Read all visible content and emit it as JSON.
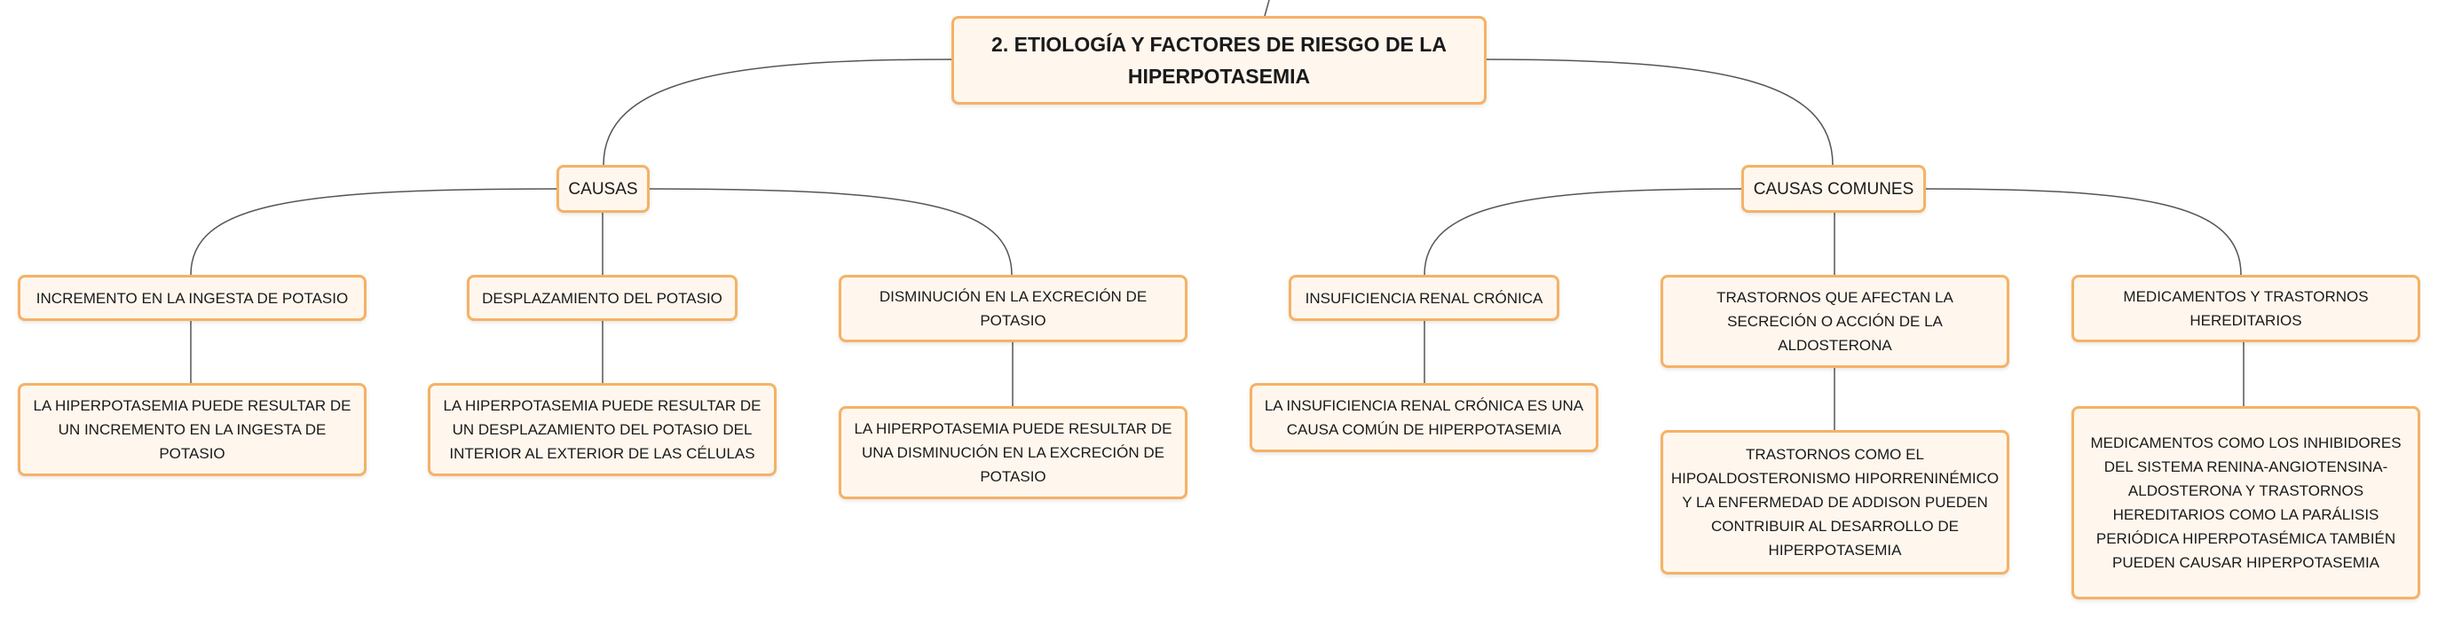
{
  "root": {
    "title": "2. ETIOLOGÍA Y FACTORES DE RIESGO DE LA HIPERPOTASEMIA"
  },
  "branches": [
    {
      "label": "CAUSAS",
      "children": [
        {
          "label": "INCREMENTO EN LA INGESTA DE POTASIO",
          "detail": "LA HIPERPOTASEMIA PUEDE RESULTAR DE UN INCREMENTO EN LA INGESTA DE POTASIO"
        },
        {
          "label": "DESPLAZAMIENTO DEL POTASIO",
          "detail": "LA HIPERPOTASEMIA PUEDE RESULTAR DE UN DESPLAZAMIENTO DEL POTASIO DEL INTERIOR AL EXTERIOR DE LAS CÉLULAS"
        },
        {
          "label": "DISMINUCIÓN EN LA EXCRECIÓN DE POTASIO",
          "detail": "LA HIPERPOTASEMIA PUEDE RESULTAR DE UNA DISMINUCIÓN EN LA EXCRECIÓN DE POTASIO"
        }
      ]
    },
    {
      "label": "CAUSAS COMUNES",
      "children": [
        {
          "label": "INSUFICIENCIA RENAL CRÓNICA",
          "detail": "LA INSUFICIENCIA RENAL CRÓNICA ES UNA CAUSA COMÚN DE HIPERPOTASEMIA"
        },
        {
          "label": "TRASTORNOS QUE AFECTAN LA SECRECIÓN O ACCIÓN DE LA ALDOSTERONA",
          "detail": "TRASTORNOS COMO EL HIPOALDOSTERONISMO HIPORRENINÉMICO Y LA ENFERMEDAD DE ADDISON PUEDEN CONTRIBUIR AL DESARROLLO DE HIPERPOTASEMIA"
        },
        {
          "label": "MEDICAMENTOS Y TRASTORNOS HEREDITARIOS",
          "detail": "MEDICAMENTOS COMO LOS INHIBIDORES DEL SISTEMA RENINA-ANGIOTENSINA-ALDOSTERONA Y TRASTORNOS HEREDITARIOS COMO LA PARÁLISIS PERIÓDICA HIPERPOTASÉMICA TAMBIÉN PUEDEN CAUSAR HIPERPOTASEMIA"
        }
      ]
    }
  ],
  "colors": {
    "node_border": "#f5b266",
    "node_fill": "#fff7ee",
    "line": "#555555"
  }
}
